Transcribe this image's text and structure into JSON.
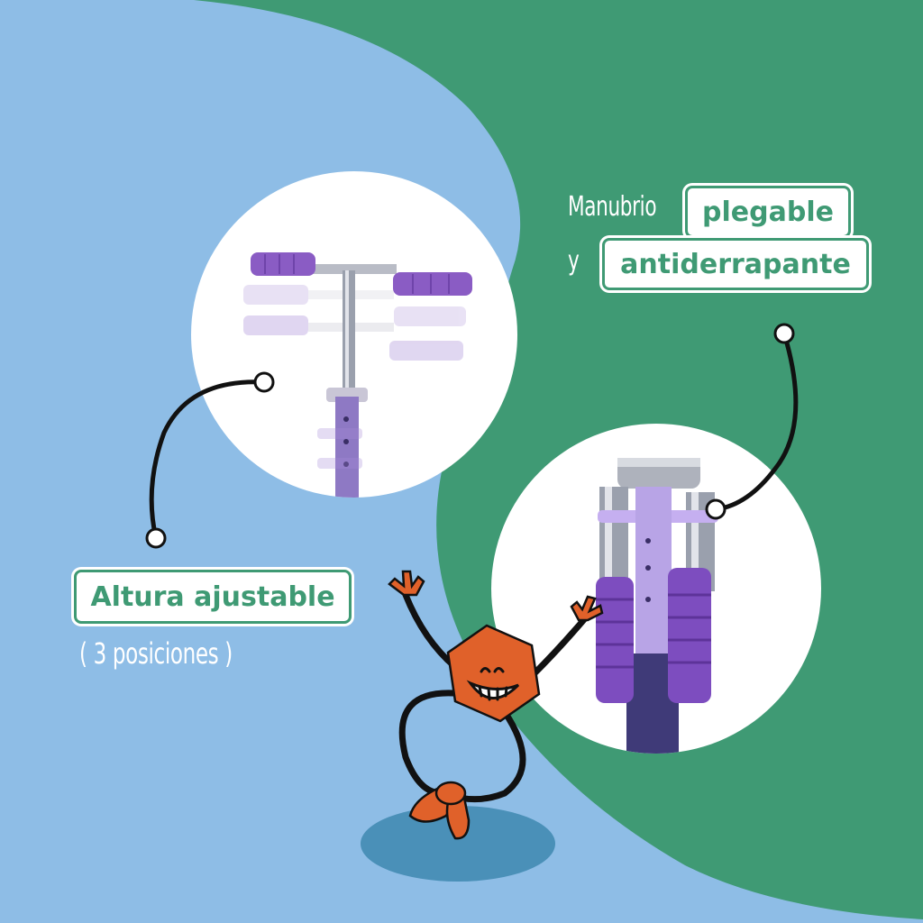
{
  "colors": {
    "blue_bg": "#8ebde6",
    "green_bg": "#3f9a74",
    "accent_orange": "#e0612a",
    "grip_purple": "#8a5cc4",
    "shadow_blue": "#4a90b8"
  },
  "feature_handlebar": {
    "prefix": "Manubrio",
    "highlight_1": "plegable",
    "connector": "y",
    "highlight_2": "antiderrapante"
  },
  "feature_height": {
    "title": "Altura ajustable",
    "subtitle": "( 3 posiciones )"
  },
  "photos": [
    {
      "name": "adjustable-height-handlebar-photo"
    },
    {
      "name": "folded-handlebar-photo"
    }
  ],
  "mascot": {
    "name": "smiling-hexagon-mascot"
  }
}
